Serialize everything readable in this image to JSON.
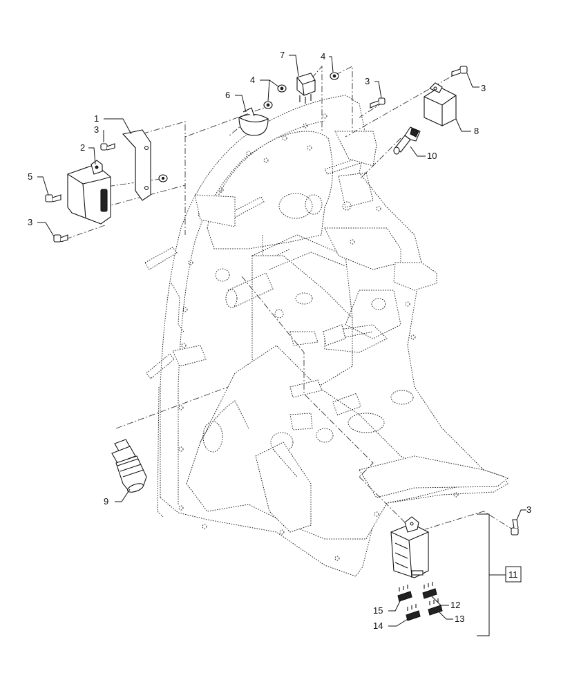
{
  "callouts": {
    "c1": "1",
    "c2": "2",
    "c3a": "3",
    "c3b": "3",
    "c3c": "3",
    "c3d": "3",
    "c3e": "3",
    "c4a": "4",
    "c4b": "4",
    "c5": "5",
    "c6": "6",
    "c7": "7",
    "c8": "8",
    "c9": "9",
    "c10": "10",
    "c11": "11",
    "c12": "12",
    "c13": "13",
    "c14": "14",
    "c15": "15"
  }
}
